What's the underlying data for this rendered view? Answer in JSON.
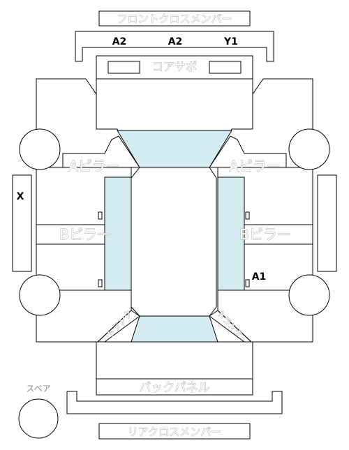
{
  "labels": {
    "front_cross_member": "フロントクロスメンバー",
    "core_support": "コアサポ",
    "a_pillar_left": "Aピラー",
    "a_pillar_right": "Aピラー",
    "b_pillar_left": "Bピラー",
    "b_pillar_right": "Bピラー",
    "trunk_left": "トランク",
    "trunk_right": "トランク",
    "back_panel": "バックパネル",
    "rear_cross_member": "リアクロスメンバー",
    "spare": "スペア"
  },
  "codes": {
    "front_left": "A2",
    "front_center": "A2",
    "front_right": "Y1",
    "left_side": "X",
    "right_rear": "A1"
  },
  "colors": {
    "glass": "#d6ecf3",
    "line": "#000000",
    "label_outline": "#a8a8a8"
  }
}
